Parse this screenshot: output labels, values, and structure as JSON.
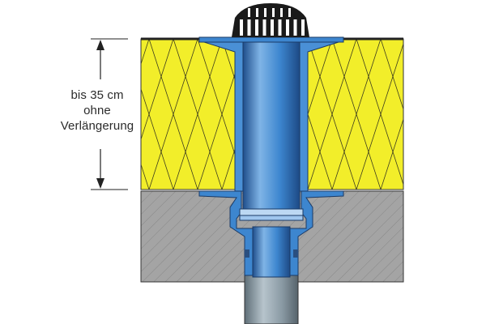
{
  "dimension": {
    "line1": "bis 35 cm",
    "line2": "ohne",
    "line3": "Verlängerung"
  },
  "colors": {
    "insulation": "#f2ee2a",
    "insulation_line": "#3f3f1e",
    "concrete": "#a4a4a4",
    "drain_body": "#3d86cf",
    "drain_light": "#7fb4e6",
    "drain_dark": "#1f4e8c",
    "pipe": "#8a9aa4",
    "strainer": "#1a1a1a"
  }
}
